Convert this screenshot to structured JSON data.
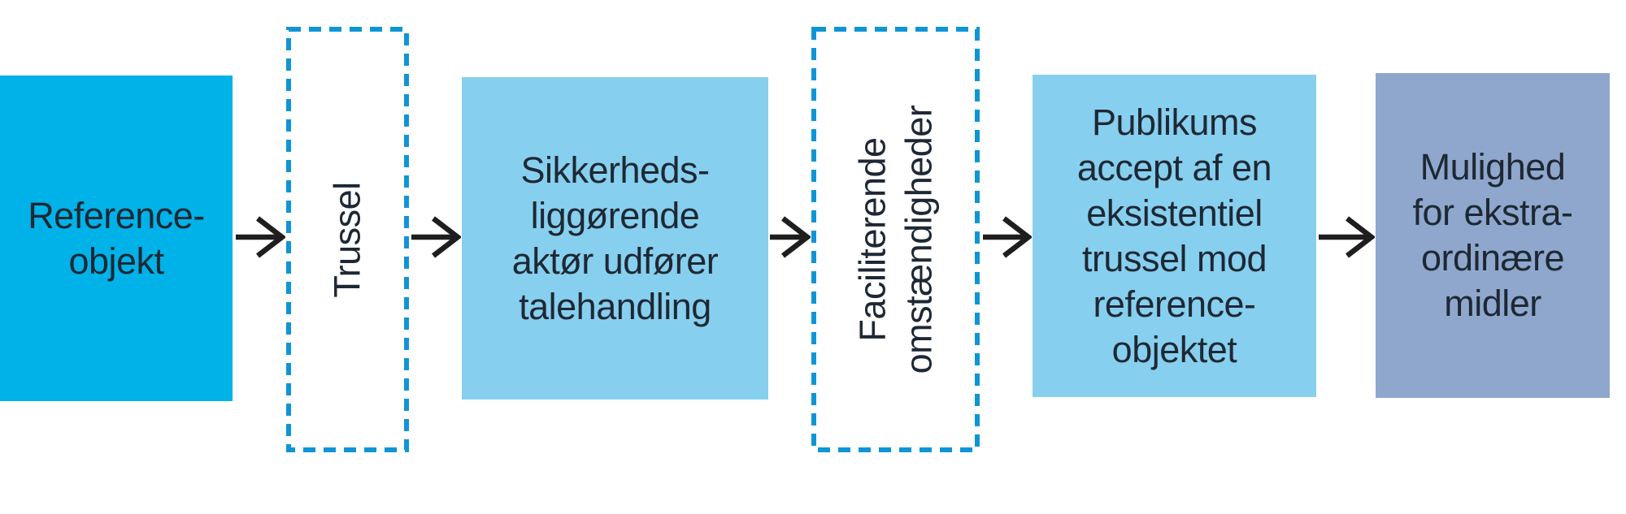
{
  "diagram": {
    "type": "flow",
    "direction": "left-to-right",
    "language": "da",
    "nodes": [
      {
        "id": "reference-objekt",
        "label": "Reference-\nobjekt",
        "shape": "solid",
        "color": "#00b2e7",
        "text_rotation": "horizontal"
      },
      {
        "id": "trussel",
        "label": "Trussel",
        "shape": "dashed-outline",
        "color": "#ffffff",
        "text_rotation": "vertical"
      },
      {
        "id": "sikkerhedsliggorende-aktor",
        "label": "Sikkerheds-\nliggørende\naktør udfører\ntalehandling",
        "shape": "solid",
        "color": "#87cfee",
        "text_rotation": "horizontal"
      },
      {
        "id": "faciliterende-omstaendigheder",
        "label": "Faciliterende\nomstændigheder",
        "shape": "dashed-outline",
        "color": "#ffffff",
        "text_rotation": "vertical"
      },
      {
        "id": "publikums-accept",
        "label": "Publikums\naccept af en\neksistentiel\ntrussel mod\nreference-\nobjektet",
        "shape": "solid",
        "color": "#87cfee",
        "text_rotation": "horizontal"
      },
      {
        "id": "ekstraordinaere-midler",
        "label": "Mulighed\nfor ekstra-\nordinære\nmidler",
        "shape": "solid",
        "color": "#8fa7cc",
        "text_rotation": "horizontal"
      }
    ],
    "connectors": [
      {
        "from": "reference-objekt",
        "to": "trussel",
        "type": "arrow-right"
      },
      {
        "from": "trussel",
        "to": "sikkerhedsliggorende-aktor",
        "type": "arrow-right"
      },
      {
        "from": "sikkerhedsliggorende-aktor",
        "to": "faciliterende-omstaendigheder",
        "type": "arrow-right"
      },
      {
        "from": "faciliterende-omstaendigheder",
        "to": "publikums-accept",
        "type": "arrow-right"
      },
      {
        "from": "publikums-accept",
        "to": "ekstraordinaere-midler",
        "type": "arrow-right"
      }
    ],
    "colors": {
      "primary_box": "#00b2e7",
      "secondary_box": "#87cfee",
      "tertiary_box": "#8fa7cc",
      "dashed_border": "#0f95d6",
      "text": "#1e2834",
      "arrow": "#1e1e1e",
      "background": "#ffffff"
    }
  }
}
